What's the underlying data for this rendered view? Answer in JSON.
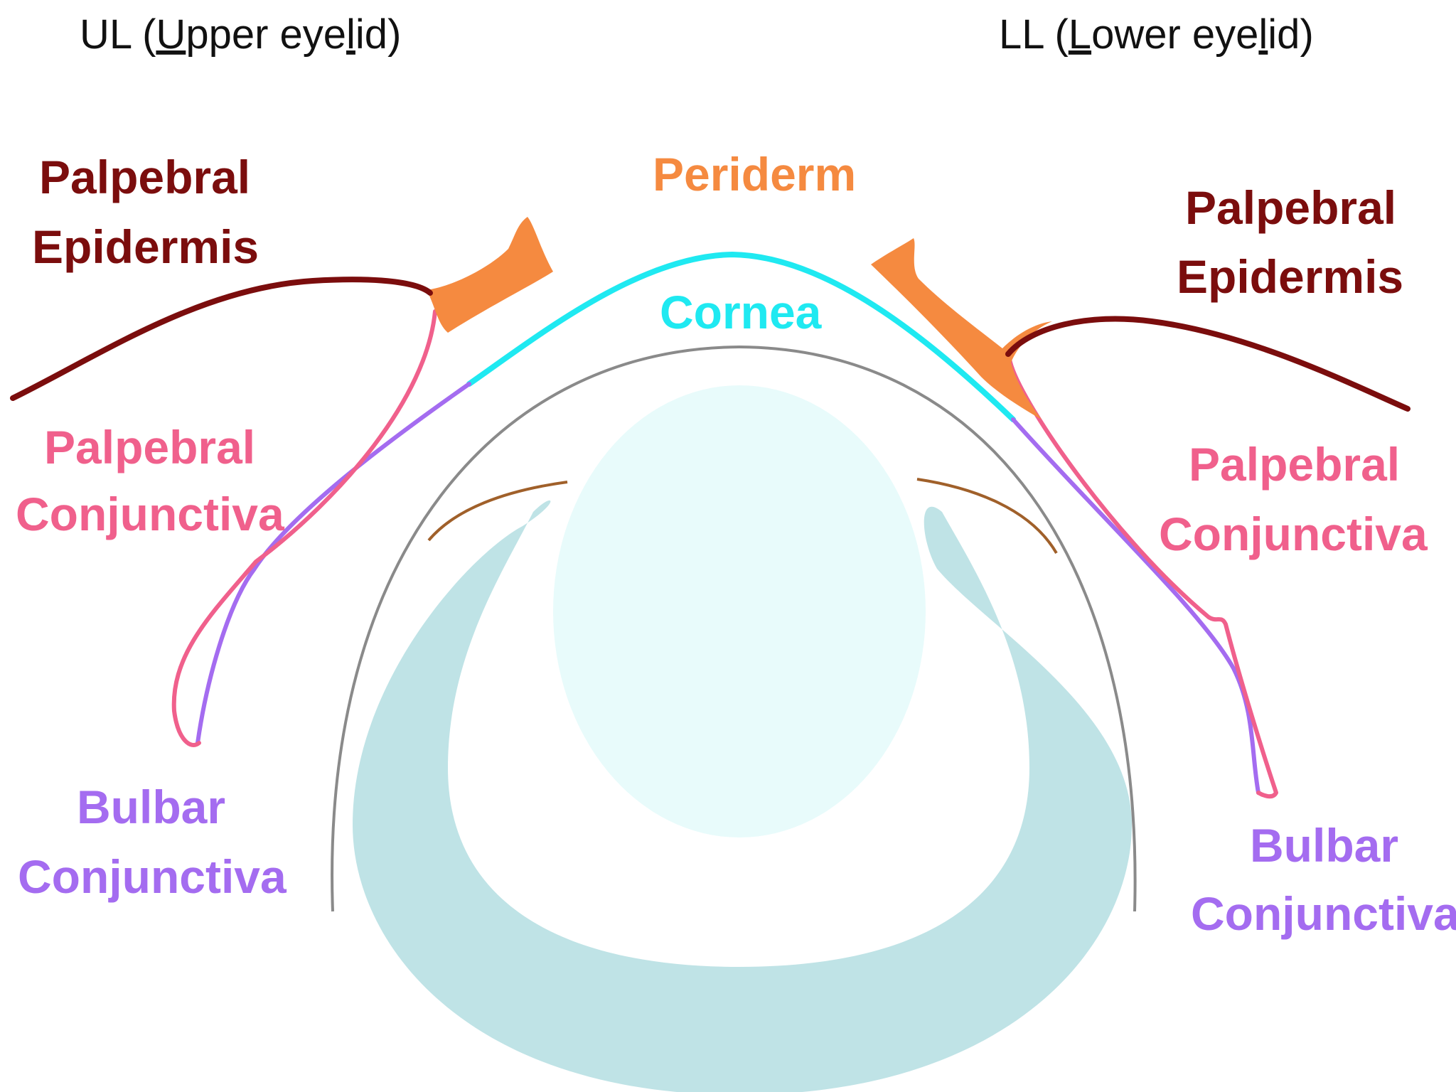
{
  "titles": {
    "upper": {
      "pre": "UL (",
      "u1": "U",
      "mid": "pper eye",
      "u2": "l",
      "post": "id)"
    },
    "lower": {
      "pre": "LL (",
      "u1": "L",
      "mid": "ower eye",
      "u2": "l",
      "post": "id)"
    }
  },
  "labels": {
    "left_epidermis": [
      "Palpebral",
      "Epidermis"
    ],
    "right_epidermis": [
      "Palpebral",
      "Epidermis"
    ],
    "periderm": "Periderm",
    "cornea": "Cornea",
    "left_palpebral_conj": [
      "Palpebral",
      "Conjunctiva"
    ],
    "right_palpebral_conj": [
      "Palpebral",
      "Conjunctiva"
    ],
    "left_bulbar_conj": [
      "Bulbar",
      "Conjunctiva"
    ],
    "right_bulbar_conj": [
      "Bulbar",
      "Conjunctiva"
    ]
  },
  "colors": {
    "epidermis": "#7b0d0d",
    "periderm": "#f58a40",
    "cornea": "#1fe9f1",
    "palpebral_conjunctiva": "#f0608c",
    "bulbar_conjunctiva": "#a46cf0",
    "optic_cup": "#bfe3e6",
    "lens": "#e8fbfb",
    "eye_outline": "#8a8a8a",
    "iris_edge": "#a0602a",
    "title_text": "#111111"
  }
}
